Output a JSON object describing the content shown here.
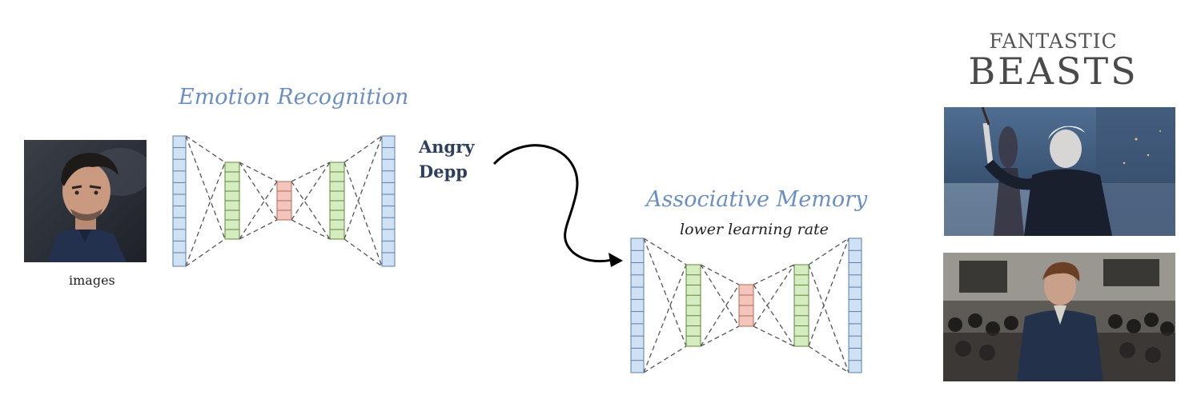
{
  "left_network": {
    "title": "Emotion Recognition"
  },
  "input": {
    "caption": "images"
  },
  "output": {
    "line1": "Angry",
    "line2": "Depp"
  },
  "right_network": {
    "title": "Associative Memory",
    "subtitle": "lower learning rate"
  },
  "logo": {
    "line1": "FANTASTIC",
    "line2": "BEASTS"
  },
  "colors": {
    "input_layer": "#cfe2f3",
    "hidden_layer": "#d5ebc0",
    "bottleneck_layer": "#f4c6bb",
    "title_text": "#6b8fc2",
    "output_text": "#2e3f5c"
  }
}
